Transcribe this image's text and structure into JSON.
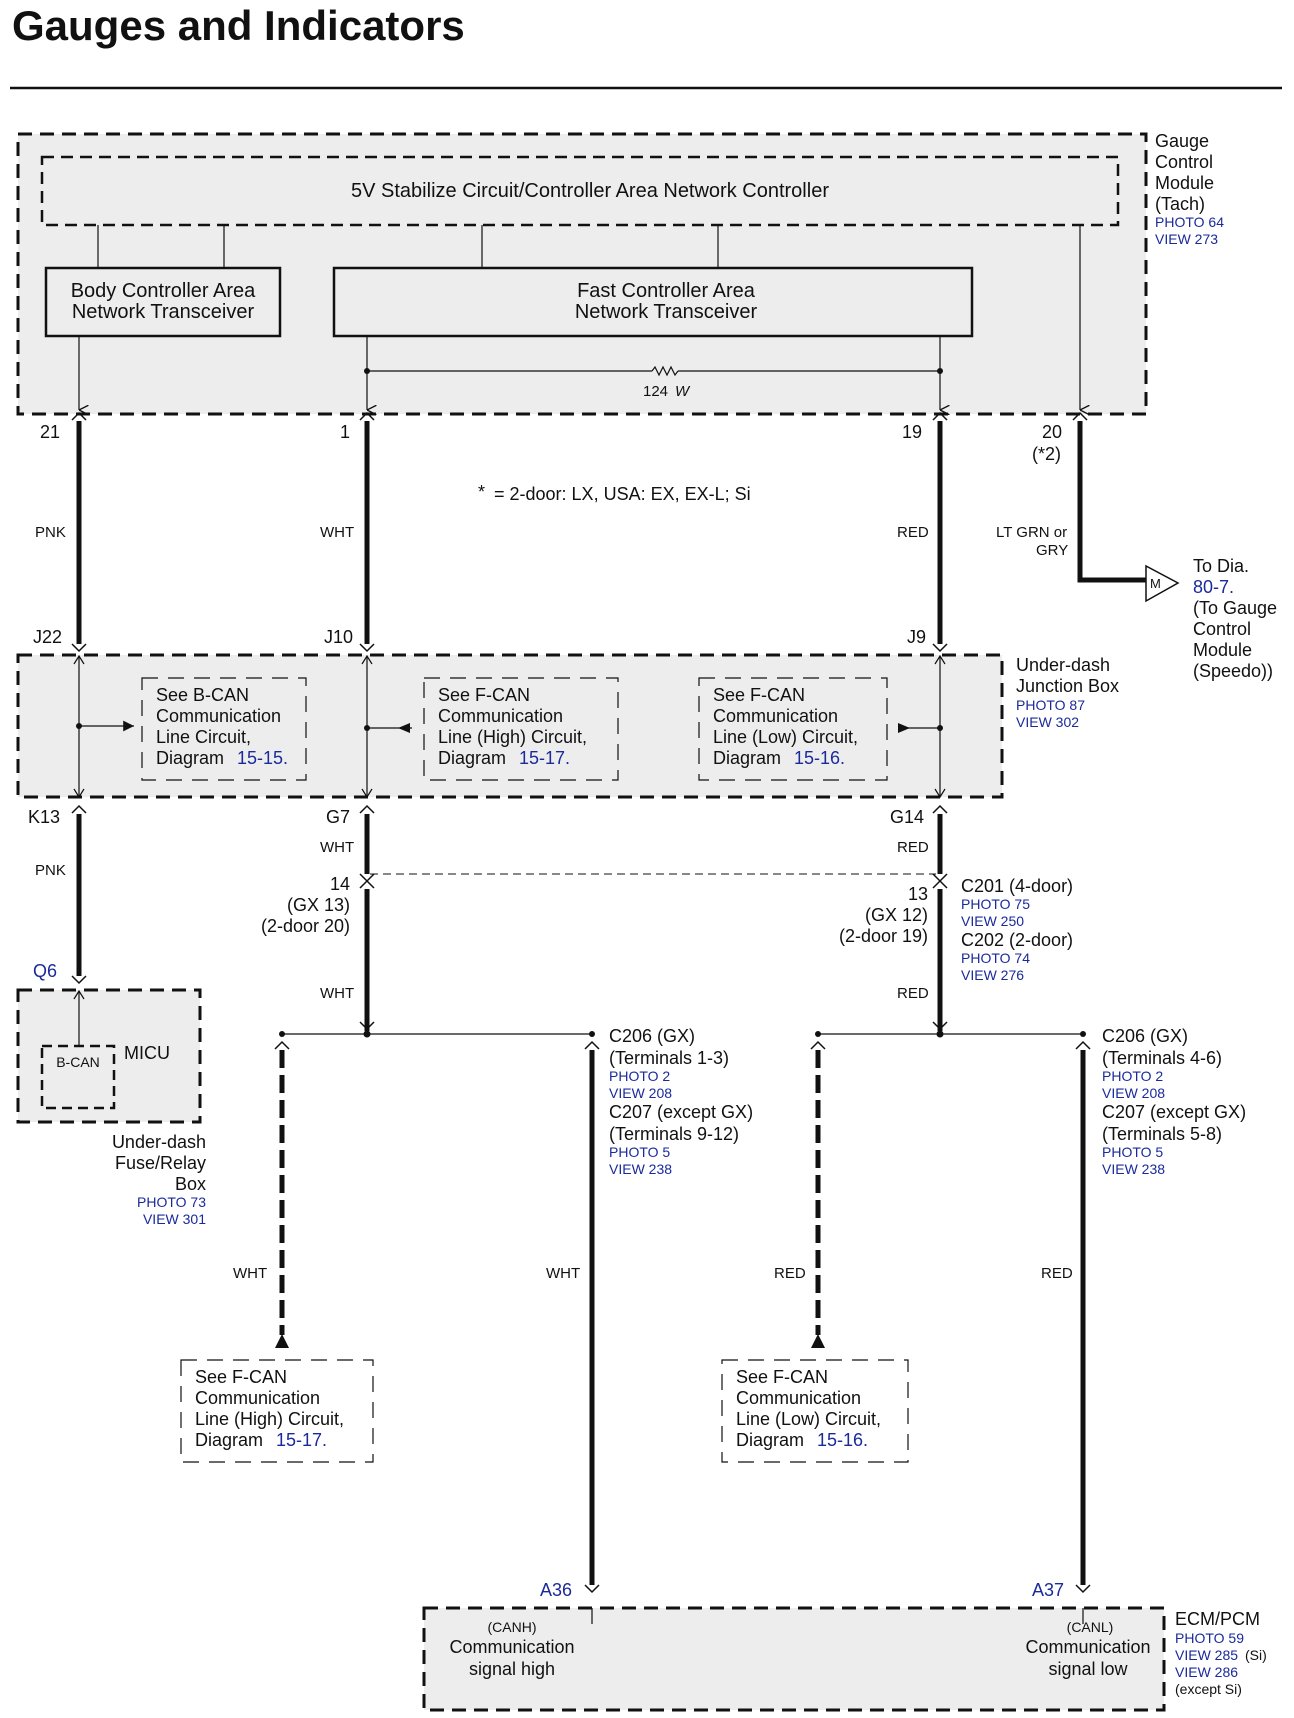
{
  "title": "Gauges and Indicators",
  "note": "= 2-door: LX, USA: EX, EX-L; Si",
  "gauge_module": {
    "inner_box": "5V Stabilize Circuit/Controller Area Network Controller",
    "body_can_1": "Body Controller Area",
    "body_can_2": "Network Transceiver",
    "fast_can_1": "Fast Controller Area",
    "fast_can_2": "Network Transceiver",
    "resistor": "124",
    "resistor_unit": "W",
    "label": [
      "Gauge",
      "Control",
      "Module",
      "(Tach)"
    ],
    "photo": "PHOTO 64",
    "view": "VIEW 273"
  },
  "terminals": {
    "t21": "21",
    "t1": "1",
    "t19": "19",
    "t20": "20",
    "t20_note": "(*2)"
  },
  "wires": {
    "pnk": "PNK",
    "wht": "WHT",
    "red": "RED",
    "ltgrn_1": "LT GRN or",
    "ltgrn_2": "GRY"
  },
  "to_dia": {
    "connector": "M",
    "l1": "To Dia.",
    "ref": "80-7.",
    "l3": "(To Gauge",
    "l4": "Control",
    "l5": "Module",
    "l6": "(Speedo))"
  },
  "junction_box": {
    "label_1": "Under-dash",
    "label_2": "Junction Box",
    "photo": "PHOTO 87",
    "view": "VIEW 302",
    "j22": "J22",
    "j10": "J10",
    "j9": "J9",
    "k13": "K13",
    "g7": "G7",
    "g14": "G14",
    "ref_bcan": [
      "See B-CAN",
      "Communication",
      "Line Circuit,",
      "Diagram"
    ],
    "ref_bcan_num": "15-15.",
    "ref_fhigh": [
      "See F-CAN",
      "Communication",
      "Line (High) Circuit,",
      "Diagram"
    ],
    "ref_fhigh_num": "15-17.",
    "ref_flow": [
      "See F-CAN",
      "Communication",
      "Line (Low) Circuit,",
      "Diagram"
    ],
    "ref_flow_num": "15-16."
  },
  "c201": {
    "left_1": "14",
    "left_2": "(GX 13)",
    "left_3": "(2-door 20)",
    "right_1": "13",
    "right_2": "(GX 12)",
    "right_3": "(2-door 19)",
    "name_4door": "C201 (4-door)",
    "photo_4door": "PHOTO 75",
    "view_4door": "VIEW 250",
    "name_2door": "C202 (2-door)",
    "photo_2door": "PHOTO 74",
    "view_2door": "VIEW 276"
  },
  "micu": {
    "terminal": "Q6",
    "bcan": "B-CAN",
    "name": "MICU",
    "label": [
      "Under-dash",
      "Fuse/Relay",
      "Box"
    ],
    "photo": "PHOTO 73",
    "view": "VIEW 301"
  },
  "c206_left": {
    "l1": "C206 (GX)",
    "l2": "(Terminals 1-3)",
    "photo1": "PHOTO 2",
    "view1": "VIEW 208",
    "l3": "C207 (except GX)",
    "l4": "(Terminals 9-12)",
    "photo2": "PHOTO 5",
    "view2": "VIEW 238"
  },
  "c206_right": {
    "l1": "C206 (GX)",
    "l2": "(Terminals 4-6)",
    "photo1": "PHOTO 2",
    "view1": "VIEW 208",
    "l3": "C207 (except GX)",
    "l4": "(Terminals 5-8)",
    "photo2": "PHOTO 5",
    "view2": "VIEW 238"
  },
  "bottom_refs": {
    "high": [
      "See F-CAN",
      "Communication",
      "Line (High) Circuit,",
      "Diagram"
    ],
    "high_num": "15-17.",
    "low": [
      "See F-CAN",
      "Communication",
      "Line (Low) Circuit,",
      "Diagram"
    ],
    "low_num": "15-16."
  },
  "ecm": {
    "a36": "A36",
    "a37": "A37",
    "canh": "(CANH)",
    "high_1": "Communication",
    "high_2": "signal high",
    "canl": "(CANL)",
    "low_1": "Communication",
    "low_2": "signal low",
    "name": "ECM/PCM",
    "photo": "PHOTO 59",
    "view1": "VIEW 285",
    "view1_note": "(Si)",
    "view2": "VIEW 286",
    "view2_note": "(except Si)"
  },
  "colors": {
    "box_fill": "#ededed",
    "ink": "#111111",
    "ref_blue": "#1a2a9c"
  }
}
